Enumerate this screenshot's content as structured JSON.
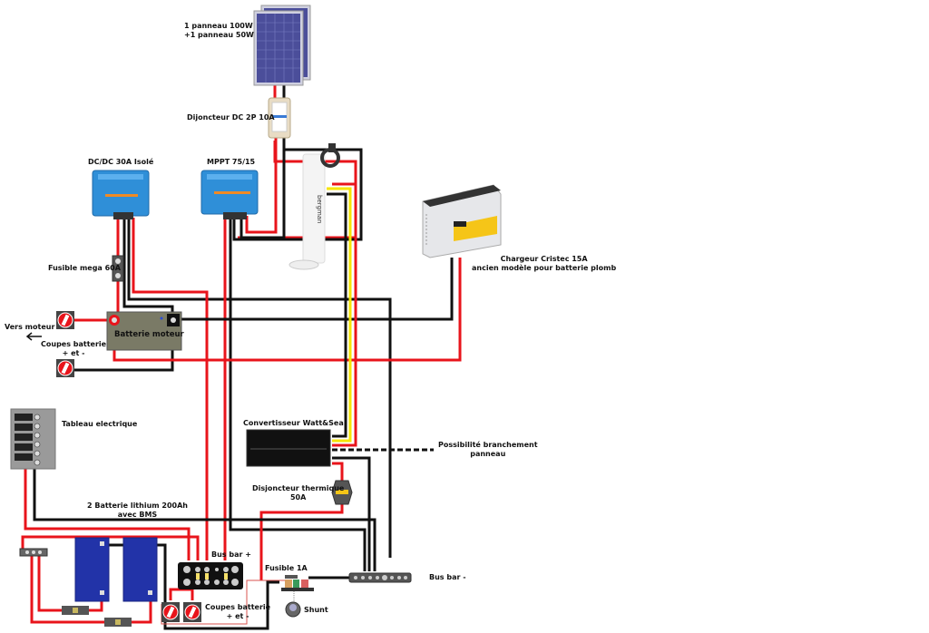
{
  "diagram": {
    "title": "Schéma électrique bateau",
    "labels": {
      "solar_panels": [
        "1 panneau 100W",
        "+1 panneau 50W"
      ],
      "dc_breaker": "Dijoncteur DC 2P 10A",
      "dcdc": "DC/DC 30A Isolé",
      "mppt": "MPPT 75/15",
      "charger": [
        "Chargeur Cristec 15A",
        "ancien modèle pour batterie plomb"
      ],
      "mega_fuse": "Fusible mega 60A",
      "to_engine": "Vers moteur",
      "engine_battery": "Batterie moteur",
      "battery_switches_top": [
        "Coupes batterie",
        "+ et -"
      ],
      "panel": "Tableau electrique",
      "converter": "Convertisseur Watt&Sea",
      "panel_option": [
        "Possibilité branchement",
        "panneau"
      ],
      "thermal_breaker": [
        "Disjoncteur thermique",
        "50A"
      ],
      "lithium": [
        "2 Batterie lithium 200Ah",
        "avec BMS"
      ],
      "busbar_pos": "Bus bar +",
      "fuse_1a": "Fusible 1A",
      "busbar_neg": "Bus bar -",
      "battery_switches_bottom": [
        "Coupes batterie",
        "+ et -"
      ],
      "shunt": "Shunt",
      "hydrogen_brand": "Watt&Sea",
      "wind_brand": "bergman",
      "arrow_icon": "arrow-left-icon"
    },
    "wire_colors": {
      "positive": "#e8141b",
      "negative": "#111111",
      "signal": "#f6e500"
    }
  }
}
